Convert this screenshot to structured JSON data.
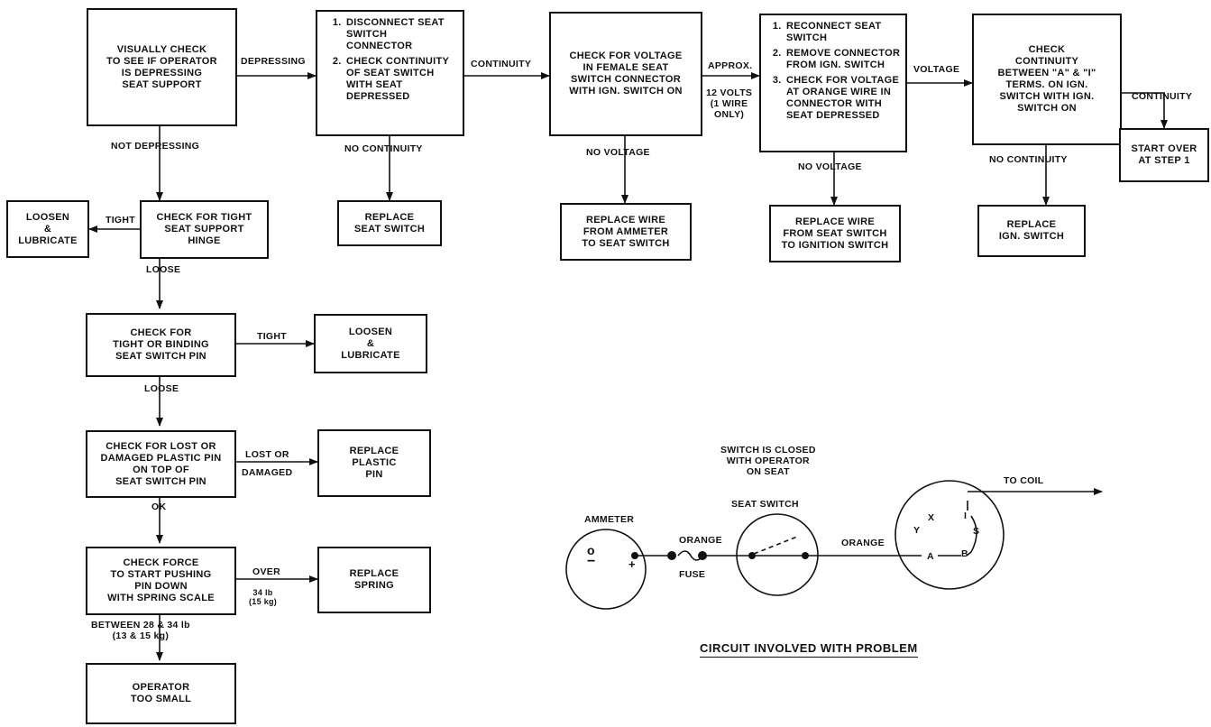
{
  "boxes": {
    "visual_check": "VISUALLY CHECK\nTO SEE IF OPERATOR\nIS DEPRESSING\nSEAT SUPPORT",
    "disconnect": [
      "DISCONNECT SEAT SWITCH CONNECTOR",
      "CHECK CONTINUITY OF SEAT SWITCH WITH SEAT DEPRESSED"
    ],
    "check_voltage": "CHECK FOR VOLTAGE\nIN FEMALE SEAT\nSWITCH CONNECTOR\nWITH IGN. SWITCH ON",
    "reconnect": [
      "RECONNECT SEAT SWITCH",
      "REMOVE CONNECTOR FROM IGN. SWITCH",
      "CHECK FOR VOLTAGE AT ORANGE WIRE IN CONNECTOR WITH SEAT DEPRESSED"
    ],
    "check_continuity": "CHECK\nCONTINUITY\nBETWEEN \"A\" & \"I\"\nTERMS. ON IGN.\nSWITCH WITH IGN.\nSWITCH ON",
    "start_over": "START OVER\nAT STEP 1",
    "replace_seat_switch": "REPLACE\nSEAT SWITCH",
    "replace_wire_ammeter": "REPLACE WIRE\nFROM AMMETER\nTO SEAT SWITCH",
    "replace_wire_seat": "REPLACE WIRE\nFROM SEAT SWITCH\nTO IGNITION SWITCH",
    "replace_ign": "REPLACE\nIGN. SWITCH",
    "loosen1": "LOOSEN\n&\nLUBRICATE",
    "hinge": "CHECK FOR TIGHT\nSEAT SUPPORT\nHINGE",
    "binding_pin": "CHECK FOR\nTIGHT OR BINDING\nSEAT SWITCH PIN",
    "loosen2": "LOOSEN\n&\nLUBRICATE",
    "lost_pin": "CHECK FOR LOST OR\nDAMAGED PLASTIC PIN\nON TOP OF\nSEAT SWITCH PIN",
    "replace_plastic": "REPLACE\nPLASTIC\nPIN",
    "check_force": "CHECK FORCE\nTO START PUSHING\nPIN DOWN\nWITH SPRING SCALE",
    "replace_spring": "REPLACE\nSPRING",
    "operator_small": "OPERATOR\nTOO SMALL"
  },
  "labels": {
    "depressing": "DEPRESSING",
    "not_depressing": "NOT DEPRESSING",
    "continuity1": "CONTINUITY",
    "no_continuity1": "NO CONTINUITY",
    "approx": "APPROX.",
    "twelve_volts": "12 VOLTS\n(1 WIRE\nONLY)",
    "no_voltage1": "NO VOLTAGE",
    "voltage": "VOLTAGE",
    "no_voltage2": "NO VOLTAGE",
    "continuity2": "CONTINUITY",
    "no_continuity2": "NO CONTINUITY",
    "tight1": "TIGHT",
    "loose1": "LOOSE",
    "tight2": "TIGHT",
    "loose2": "LOOSE",
    "lost_or": "LOST OR",
    "damaged": "DAMAGED",
    "ok": "OK",
    "over": "OVER",
    "over_value": "34 lb\n(15 kg)",
    "between": "BETWEEN 28 & 34 lb\n(13 & 15 kg)"
  },
  "circuit": {
    "title": "CIRCUIT INVOLVED WITH PROBLEM",
    "switch_closed": "SWITCH IS CLOSED\nWITH OPERATOR\nON SEAT",
    "seat_switch": "SEAT SWITCH",
    "ammeter": "AMMETER",
    "orange1": "ORANGE",
    "orange2": "ORANGE",
    "fuse": "FUSE",
    "to_coil": "TO COIL",
    "minus": "−",
    "plus": "+",
    "zero": "o",
    "term_x": "X",
    "term_i": "I",
    "term_s": "S",
    "term_y": "Y",
    "term_a": "A",
    "term_b": "B"
  }
}
